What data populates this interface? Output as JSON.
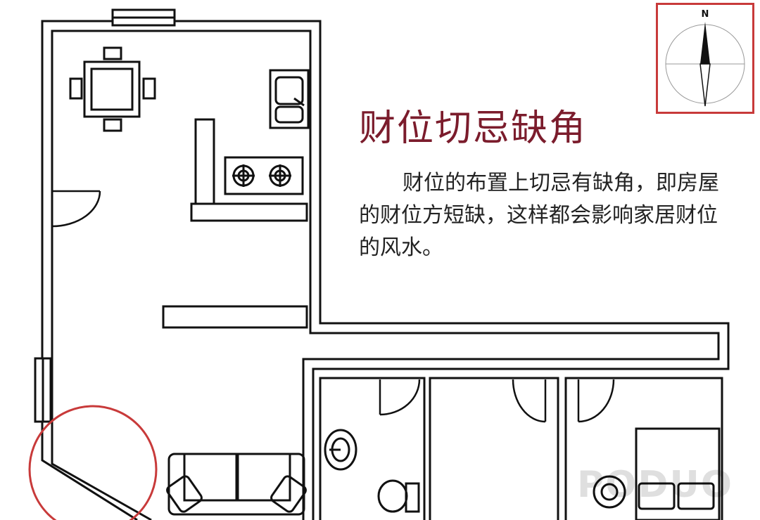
{
  "title": "财位切忌缺角",
  "description": "财位的布置上切忌有缺角，即房屋的财位方短缺，这样都会影响家居财位的风水。",
  "compass": {
    "north_label": "N"
  },
  "watermark": "PODUO",
  "colors": {
    "title": "#7b1c2c",
    "accent_red": "#c83a3a",
    "wall": "#111111",
    "furniture_fill": "#ffffff"
  },
  "icons": [
    "dining-table-icon",
    "kitchen-sink-icon",
    "stove-icon",
    "door-arc-icon",
    "bathroom-sink-icon",
    "toilet-icon",
    "sofa-icon",
    "bed-icon",
    "compass-icon"
  ]
}
